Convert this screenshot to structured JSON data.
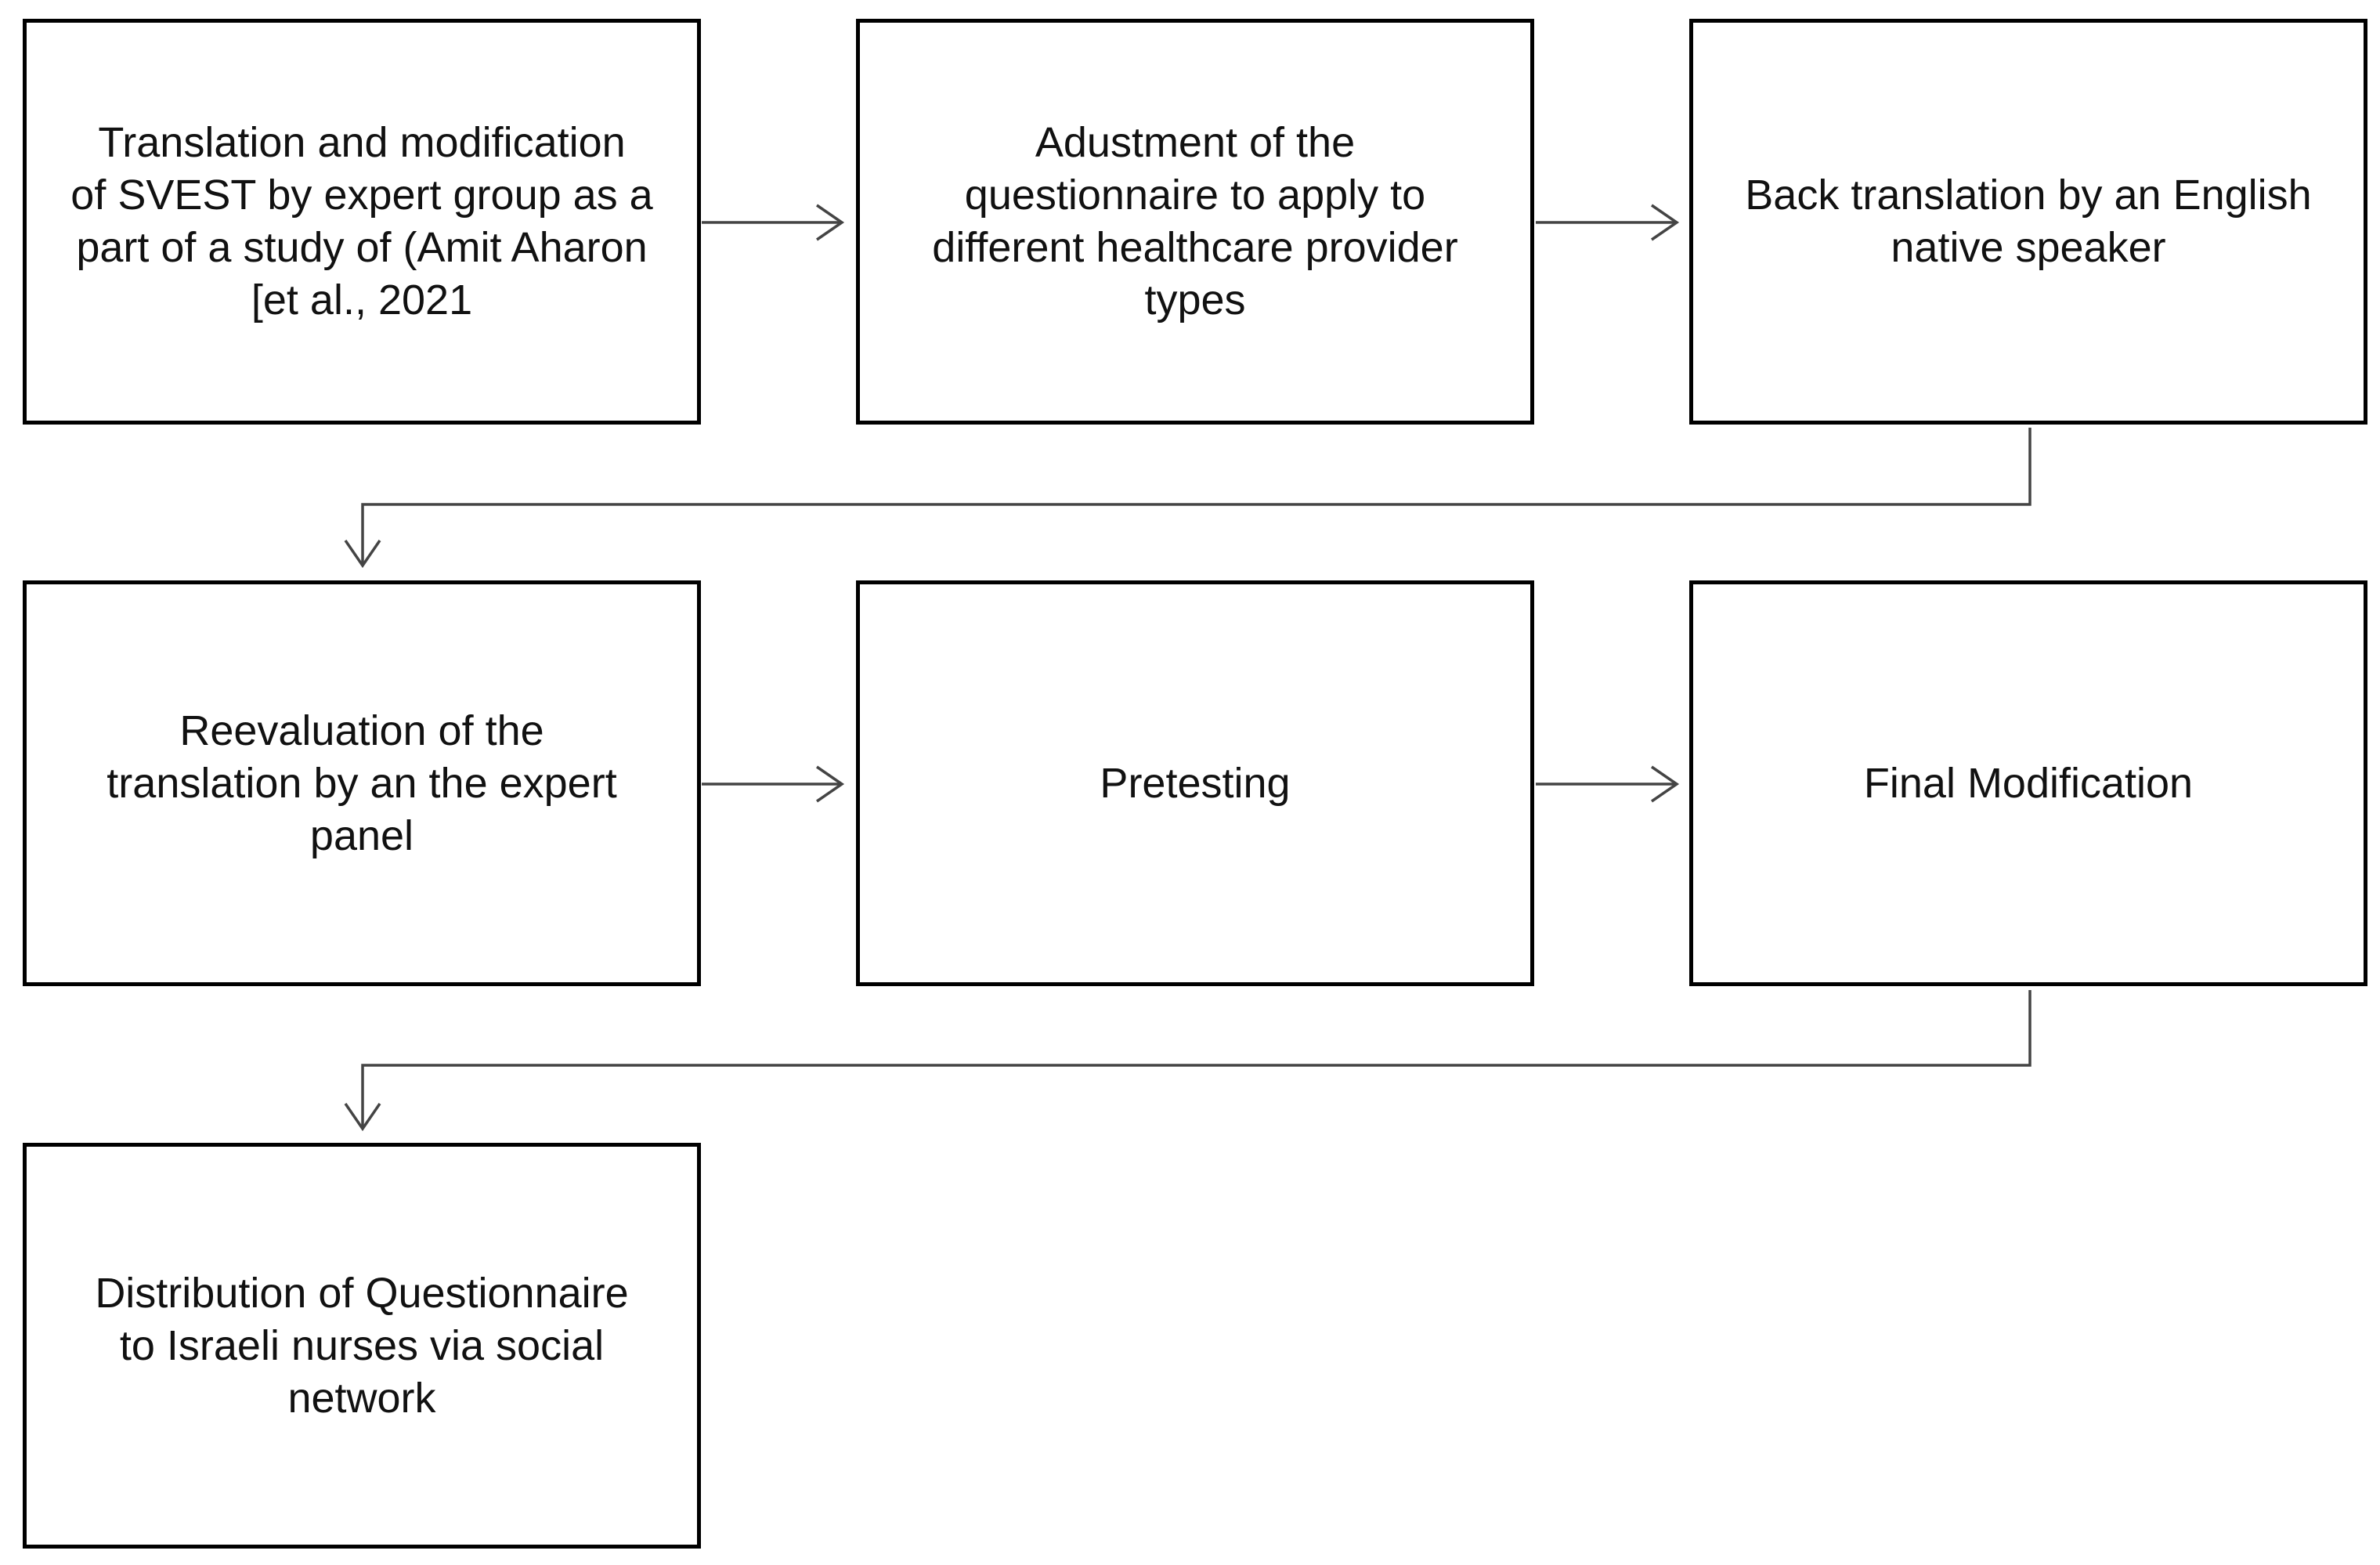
{
  "steps": [
    {
      "id": "step-1",
      "text": "Translation and modification\nof SVEST by expert group as a\npart of a study of (Amit Aharon\n[et al., 2021"
    },
    {
      "id": "step-2",
      "text": "Adustment of the\nquestionnaire to apply to\ndifferent healthcare provider\ntypes"
    },
    {
      "id": "step-3",
      "text": "Back translation by an English\nnative speaker"
    },
    {
      "id": "step-4",
      "text": "Reevaluation of the\ntranslation by an  the expert\npanel"
    },
    {
      "id": "step-5",
      "text": "Pretesting"
    },
    {
      "id": "step-6",
      "text": "Final Modification"
    },
    {
      "id": "step-7",
      "text": "Distribution of Questionnaire\nto Israeli nurses via social\nnetwork"
    }
  ],
  "flow": [
    [
      "step-1",
      "step-2"
    ],
    [
      "step-2",
      "step-3"
    ],
    [
      "step-3",
      "step-4"
    ],
    [
      "step-4",
      "step-5"
    ],
    [
      "step-5",
      "step-6"
    ],
    [
      "step-6",
      "step-7"
    ]
  ],
  "colors": {
    "box_border": "#000000",
    "arrow": "#444444",
    "text": "#111111",
    "background": "#ffffff"
  }
}
